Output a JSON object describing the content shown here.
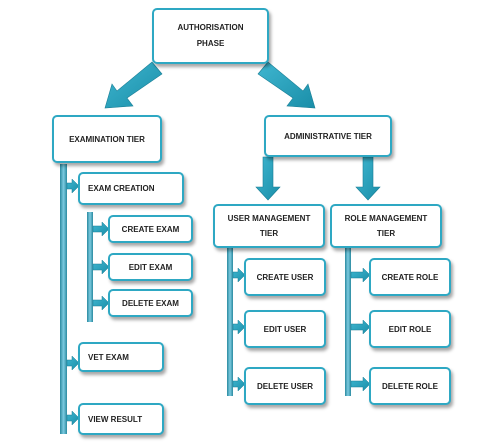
{
  "colors": {
    "border": "#2ea8c3",
    "arrow": "#1e9fb9",
    "bar": "#5fb8ce",
    "bar_edge": "#2b8aa0"
  },
  "nodes": {
    "auth_line1": "AUTHORISATION",
    "auth_line2": "PHASE",
    "exam_tier": "EXAMINATION TIER",
    "admin_tier": "ADMINISTRATIVE TIER",
    "exam_creation": "EXAM CREATION",
    "create_exam": "CREATE EXAM",
    "edit_exam": "EDIT EXAM",
    "delete_exam": "DELETE EXAM",
    "vet_exam": "VET EXAM",
    "view_result": "VIEW RESULT",
    "user_mgmt_line1": "USER MANAGEMENT",
    "user_mgmt_line2": "TIER",
    "role_mgmt_line1": "ROLE MANAGEMENT",
    "role_mgmt_line2": "TIER",
    "create_user": "CREATE USER",
    "edit_user": "EDIT USER",
    "delete_user": "DELETE USER",
    "create_role": "CREATE ROLE",
    "edit_role": "EDIT ROLE",
    "delete_role": "DELETE ROLE"
  }
}
